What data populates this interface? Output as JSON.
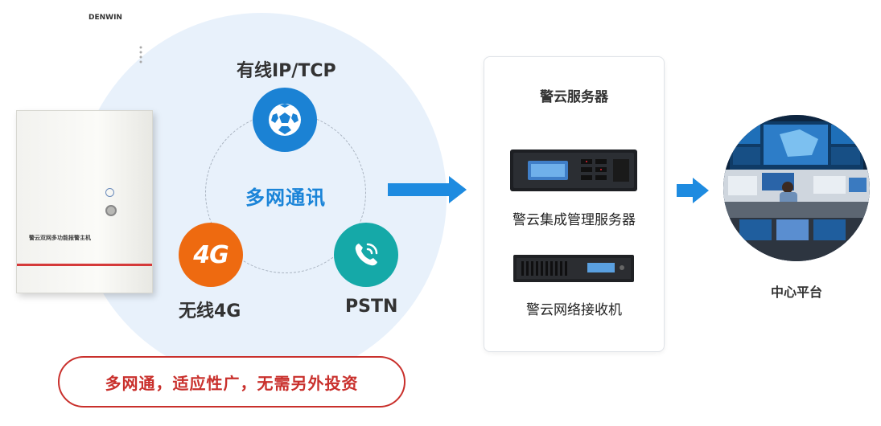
{
  "hub": {
    "center_label": "多网通讯",
    "nodes": [
      {
        "label": "有线IP/TCP",
        "icon": "network-ball-icon",
        "color": "#1b82d4"
      },
      {
        "label": "无线4G",
        "icon": "4g-icon",
        "glyph": "4G",
        "color": "#ee6a10"
      },
      {
        "label": "PSTN",
        "icon": "phone-icon",
        "color": "#15a9a8"
      }
    ]
  },
  "device": {
    "brand": "DENWIN",
    "label": "警云双网多功能报警主机"
  },
  "tagline": "多网通，适应性广，无需另外投资",
  "server_card": {
    "title": "警云服务器",
    "items": [
      {
        "label": "警云集成管理服务器"
      },
      {
        "label": "警云网络接收机"
      }
    ]
  },
  "platform": {
    "label": "中心平台"
  },
  "colors": {
    "accent_blue": "#1a84d8",
    "arrow_blue": "#1e8be0",
    "tagline_red": "#c9302c"
  }
}
